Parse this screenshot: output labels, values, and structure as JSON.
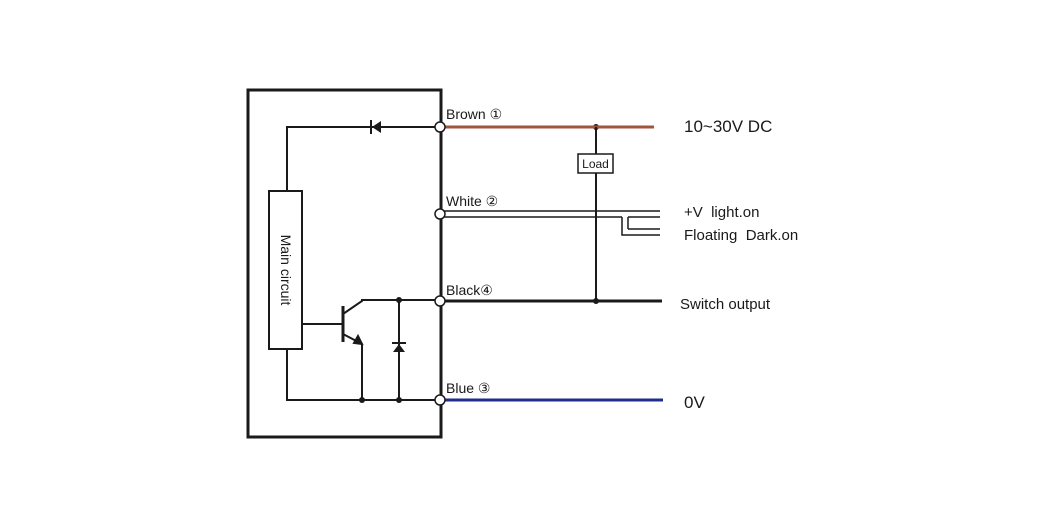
{
  "diagram": {
    "main_circuit_label": "Main circuit",
    "load_label": "Load",
    "wires": {
      "brown": {
        "label": "Brown ①",
        "color": "#a0563c"
      },
      "white": {
        "label": "White ②"
      },
      "black": {
        "label": "Black④",
        "color": "#1a1a1a"
      },
      "blue": {
        "label": "Blue ③",
        "color": "#1f2e8c"
      }
    },
    "terminals": {
      "supply": "10~30V DC",
      "light_on": "+V  light.on",
      "dark_on": "Floating  Dark.on",
      "switch_output": "Switch output",
      "zero_v": "0V"
    }
  }
}
